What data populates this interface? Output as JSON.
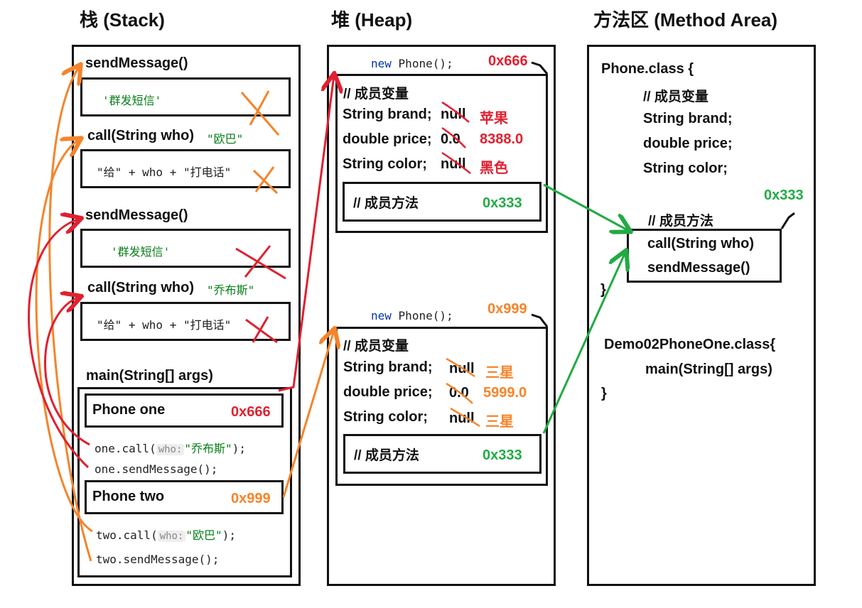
{
  "titles": {
    "stack": "栈 (Stack)",
    "heap": "堆 (Heap)",
    "method": "方法区 (Method Area)"
  },
  "stack": {
    "frames": [
      {
        "name": "sendMessage()",
        "body": "'群发短信'"
      },
      {
        "name": "call(String who)",
        "arg": "\"欧巴\"",
        "body": "\"给\" + who + \"打电话\""
      },
      {
        "name": "sendMessage()",
        "body": "'群发短信'"
      },
      {
        "name": "call(String who)",
        "arg": "\"乔布斯\"",
        "body": "\"给\" + who + \"打电话\""
      }
    ],
    "main": {
      "name": "main(String[] args)",
      "one_label": "Phone one",
      "one_addr": "0x666",
      "one_call_prefix": "one.call(",
      "one_call_hint": "who:",
      "one_call_arg": "\"乔布斯\"",
      "one_call_suffix": ");",
      "one_send": "one.sendMessage();",
      "two_label": "Phone two",
      "two_addr": "0x999",
      "two_call_prefix": "two.call(",
      "two_call_hint": "who:",
      "two_call_arg": "\"欧巴\"",
      "two_call_suffix": ");",
      "two_send": "two.sendMessage();"
    }
  },
  "heap": {
    "objects": [
      {
        "new_kw": "new",
        "new_rest": "Phone();",
        "addr": "0x666",
        "fields_comment": "// 成员变量",
        "fields": [
          {
            "label": "String brand;",
            "old": "null",
            "value": "苹果"
          },
          {
            "label": "double price;",
            "old": "0.0",
            "value": "8388.0"
          },
          {
            "label": "String color;",
            "old": "null",
            "value": "黑色"
          }
        ],
        "methods_comment": "// 成员方法",
        "methods_addr": "0x333"
      },
      {
        "new_kw": "new",
        "new_rest": "Phone();",
        "addr": "0x999",
        "fields_comment": "// 成员变量",
        "fields": [
          {
            "label": "String brand;",
            "old": "null",
            "value": "三星"
          },
          {
            "label": "double price;",
            "old": "0.0",
            "value": "5999.0"
          },
          {
            "label": "String color;",
            "old": "null",
            "value": "三星"
          }
        ],
        "methods_comment": "// 成员方法",
        "methods_addr": "0x333"
      }
    ]
  },
  "method_area": {
    "class1_header": "Phone.class {",
    "class1_comment": "// 成员变量",
    "class1_fields": [
      "String brand;",
      "double price;",
      "String color;"
    ],
    "methods_addr": "0x333",
    "methods_comment": "// 成员方法",
    "methods": [
      "call(String who)",
      "sendMessage()"
    ],
    "class1_close": "}",
    "class2_header": "Demo02PhoneOne.class{",
    "class2_main": "main(String[] args)",
    "class2_close": "}"
  },
  "colors": {
    "red": "#e02030",
    "orange": "#f5842a",
    "green": "#22aa44"
  }
}
